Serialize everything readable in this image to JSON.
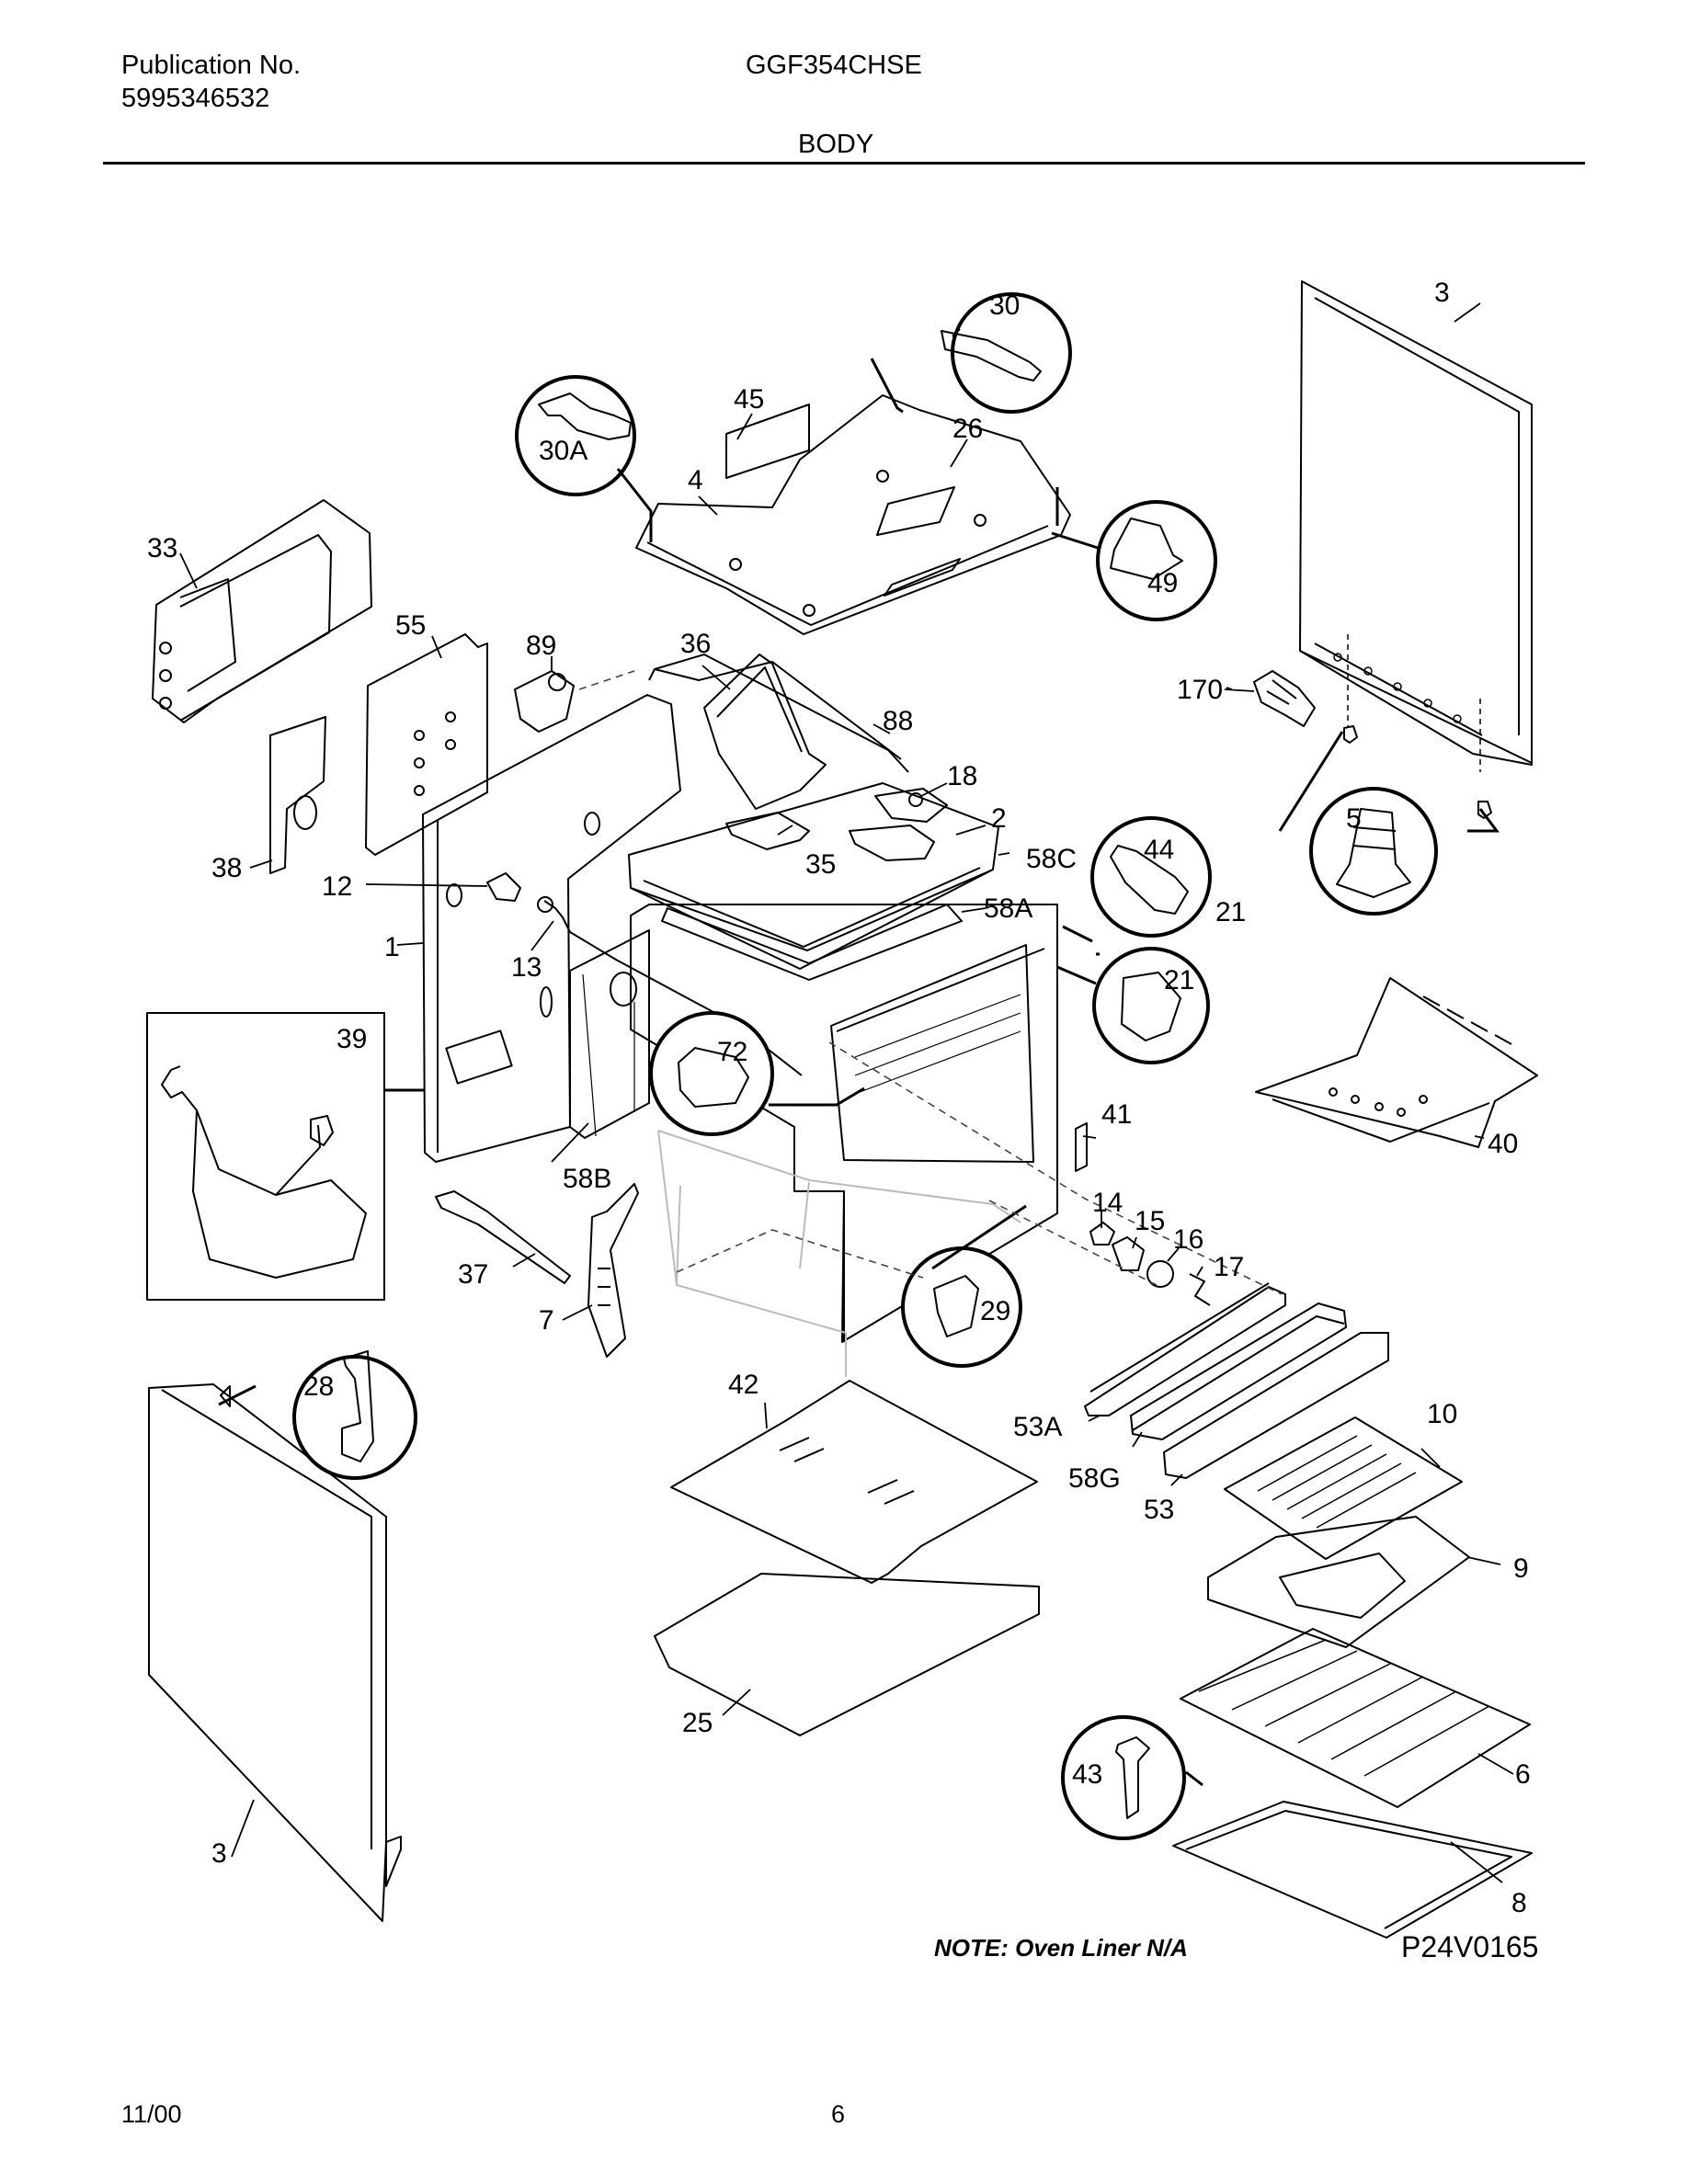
{
  "header": {
    "publication_label": "Publication No.",
    "publication_number": "5995346532",
    "model": "GGF354CHSE",
    "section_title": "BODY"
  },
  "part_labels": {
    "p3_right": "3",
    "p30": "30",
    "p30A": "30A",
    "p45": "45",
    "p26": "26",
    "p4": "4",
    "p49": "49",
    "p33": "33",
    "p55": "55",
    "p89": "89",
    "p36": "36",
    "p88": "88",
    "p170": "170",
    "p18": "18",
    "p2": "2",
    "p58C": "58C",
    "p35": "35",
    "p44": "44",
    "p5": "5",
    "p38": "38",
    "p12": "12",
    "p21a": "21",
    "p58A": "58A",
    "p1": "1",
    "p13": "13",
    "p21b": "21",
    "p39": "39",
    "p72": "72",
    "p41": "41",
    "p40": "40",
    "p58B": "58B",
    "p14": "14",
    "p15": "15",
    "p16": "16",
    "p17": "17",
    "p37": "37",
    "p29": "29",
    "p7": "7",
    "p28": "28",
    "p42": "42",
    "p53A": "53A",
    "p10": "10",
    "p58G": "58G",
    "p53": "53",
    "p9": "9",
    "p25": "25",
    "p43": "43",
    "p6": "6",
    "p3_left": "3",
    "p8": "8"
  },
  "note": "NOTE: Oven Liner N/A",
  "figure_id": "P24V0165",
  "footer": {
    "date": "11/00",
    "page": "6"
  }
}
